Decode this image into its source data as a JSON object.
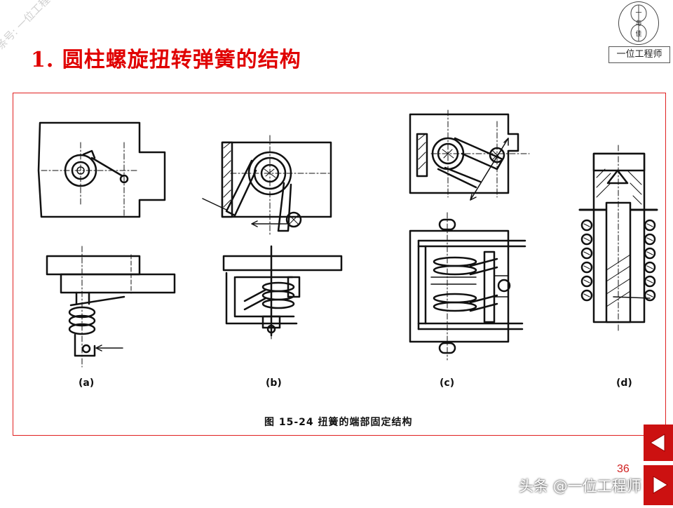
{
  "slide": {
    "title": "1. 圆柱螺旋扭转弹簧的结构",
    "page_number": "36"
  },
  "logo": {
    "circle_chars": [
      "一",
      "与",
      "佳"
    ],
    "caption": "一位工程师"
  },
  "watermark": {
    "diagonal": "条号: 一位工程师",
    "bottom": "头条 @一位工程师"
  },
  "figure": {
    "caption": "图 15-24  扭簧的端部固定结构",
    "sub_labels": [
      "(a)",
      "(b)",
      "(c)",
      "(d)"
    ]
  },
  "colors": {
    "title": "#e00000",
    "frame_border": "#e02020",
    "nav": "#cc1111"
  }
}
